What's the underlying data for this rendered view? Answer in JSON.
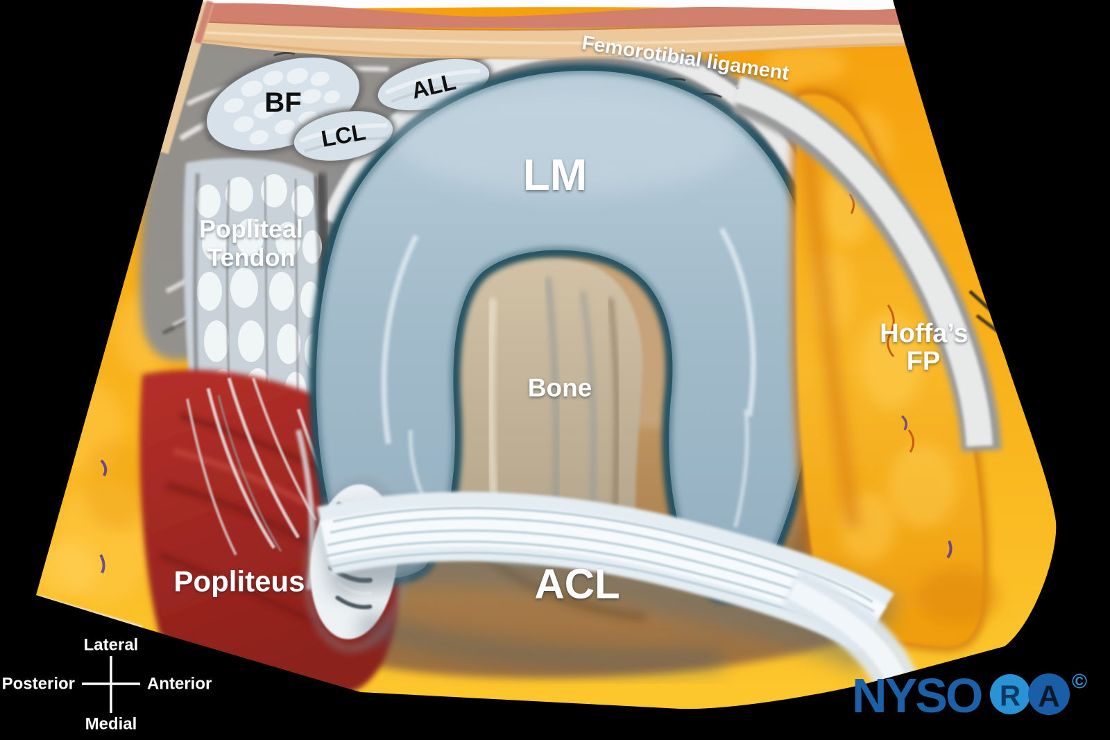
{
  "illustration": {
    "labels": {
      "bf": "BF",
      "all": "ALL",
      "lcl": "LCL",
      "lm": "LM",
      "femorotibial": "Femorotibial ligament",
      "popliteal_line1": "Popliteal",
      "popliteal_line2": "Tendon",
      "bone": "Bone",
      "hoffas_line1": "Hoffa’s",
      "hoffas_line2": "FP",
      "popliteus": "Popliteus",
      "acl": "ACL"
    },
    "compass": {
      "top": "Lateral",
      "left": "Posterior",
      "right": "Anterior",
      "bottom": "Medial"
    },
    "logo": {
      "wordmark": "NYSO",
      "circle_r": "R",
      "circle_a": "A",
      "copyright": "©"
    },
    "colors": {
      "background": "#000000",
      "subcutaneous_fat": "#f8ab10",
      "hoffa_fat_pad": "#f6a81c",
      "meniscus": "#a3bccb",
      "meniscus_edge": "#1c4c5b",
      "muscle_red": "#b02c26",
      "bone_tan": "#c3ad8d",
      "tendon_gray": "#cdd6dc",
      "skin_pink": "#d0806c",
      "subcutis_tan": "#edc89b",
      "logo_blue": "#1c60a8",
      "logo_light_blue": "#2a93d5"
    }
  }
}
